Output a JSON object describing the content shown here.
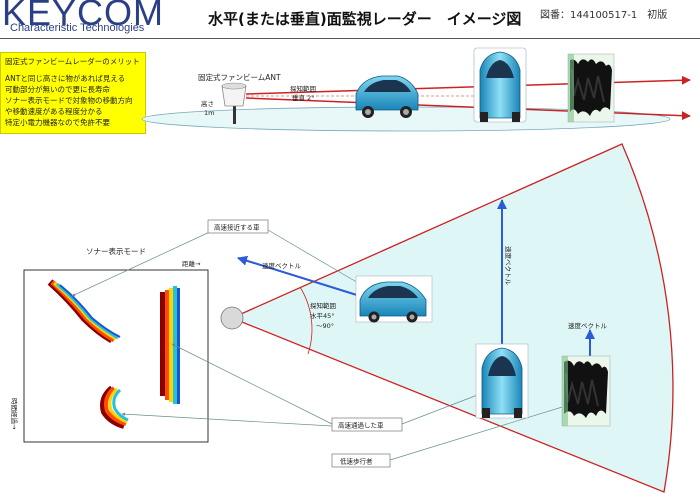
{
  "header": {
    "logo": "KEYCOM",
    "logo_sub": "Characteristic Technologies",
    "title": "水平(または垂直)面監視レーダー　イメージ図",
    "doc_number": "図番：144100517-1　初版"
  },
  "merits": {
    "heading": "固定式ファンビームレーダーのメリット",
    "lines": [
      "ANTと同じ高さに物があれば見える",
      "可動部分が無いので更に長寿命",
      "ソナー表示モードで対象物の移動方向",
      "や移動速度がある程度分かる",
      "特定小電力機器なので免許不要"
    ]
  },
  "top_view": {
    "antenna_label": "固定式ファンビームANT",
    "height_label": "高さ",
    "height_value": "1m",
    "range_label": "探知範囲",
    "range_value": "垂直 2°"
  },
  "bottom_view": {
    "sonar_mode": "ソナー表示モード",
    "distance_axis": "距離→",
    "time_axis": "時間経過→",
    "approaching_car": "高速接近する車",
    "velocity_vector_1": "速度ベクトル",
    "velocity_vector_2": "速度ベクトル",
    "velocity_vector_3": "速度ベクトル",
    "range_label": "探知範囲",
    "range_h": "水平45°",
    "range_h2": "〜90°",
    "passing_car": "高速通過した車",
    "pedestrian": "低速歩行者"
  },
  "colors": {
    "logo": "#2a3f86",
    "beam_red": "#cc2222",
    "velocity_blue": "#2b5bd6",
    "fan_fill": "#dff6f6",
    "merit_box": "#ffff00"
  }
}
